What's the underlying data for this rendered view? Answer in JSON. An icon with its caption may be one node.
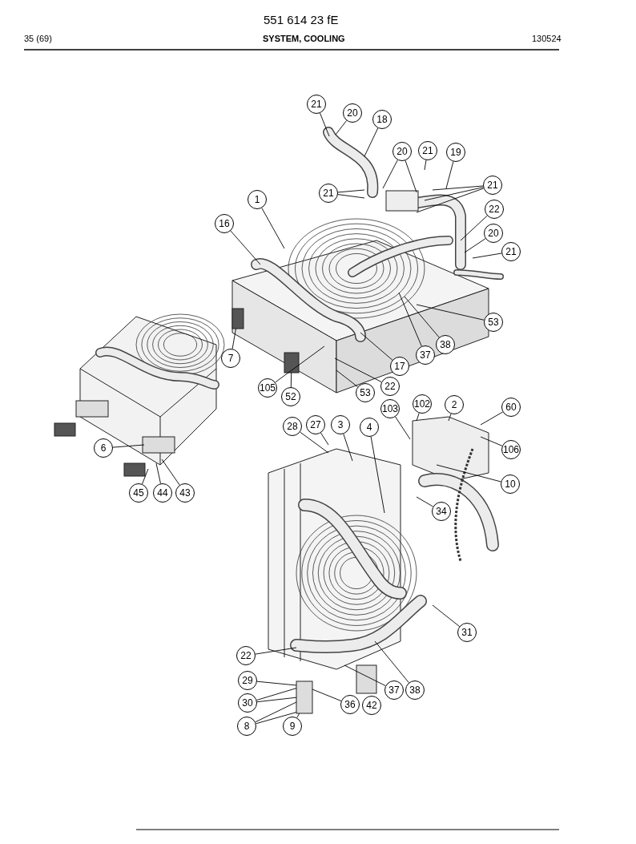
{
  "diagram": {
    "title": "SYSTEM, COOLING",
    "nodes": [
      {
        "text": [
          "21"
        ]
      },
      {
        "text": [
          "20"
        ]
      },
      {
        "text": [
          "18"
        ]
      },
      {
        "text": [
          "20"
        ]
      },
      {
        "text": [
          "21"
        ]
      },
      {
        "text": [
          "19"
        ]
      },
      {
        "text": [
          "21"
        ]
      },
      {
        "text": [
          "21"
        ]
      },
      {
        "text": [
          "1"
        ]
      },
      {
        "text": [
          "22"
        ]
      },
      {
        "text": [
          "16"
        ]
      },
      {
        "text": [
          "20"
        ]
      },
      {
        "text": [
          "21"
        ]
      },
      {
        "text": [
          "53"
        ]
      },
      {
        "text": [
          "38"
        ]
      },
      {
        "text": [
          "37"
        ]
      },
      {
        "text": [
          "7"
        ]
      },
      {
        "text": [
          "17"
        ]
      },
      {
        "text": [
          "105"
        ]
      },
      {
        "text": [
          "22"
        ]
      },
      {
        "text": [
          "53"
        ]
      },
      {
        "text": [
          "52"
        ]
      },
      {
        "text": [
          "102"
        ]
      },
      {
        "text": [
          "2"
        ]
      },
      {
        "text": [
          "60"
        ]
      },
      {
        "text": [
          "103"
        ]
      },
      {
        "text": [
          "28"
        ]
      },
      {
        "text": [
          "27"
        ]
      },
      {
        "text": [
          "3"
        ]
      },
      {
        "text": [
          "4"
        ]
      },
      {
        "text": [
          "6"
        ]
      },
      {
        "text": [
          "106"
        ]
      },
      {
        "text": [
          "10"
        ]
      },
      {
        "text": [
          "45"
        ]
      },
      {
        "text": [
          "44"
        ]
      },
      {
        "text": [
          "43"
        ]
      },
      {
        "text": [
          "34"
        ]
      },
      {
        "text": [
          "31"
        ]
      },
      {
        "text": [
          "22"
        ]
      },
      {
        "text": [
          "29"
        ]
      },
      {
        "text": [
          "37"
        ]
      },
      {
        "text": [
          "38"
        ]
      },
      {
        "text": [
          "30"
        ]
      },
      {
        "text": [
          "36"
        ]
      },
      {
        "text": [
          "42"
        ]
      },
      {
        "text": [
          "8"
        ]
      },
      {
        "text": [
          "9"
        ]
      },
      {
        "text": [],
        "shape": "box"
      },
      {
        "text": [],
        "shape": "box"
      },
      {
        "text": [],
        "shape": "box"
      }
    ],
    "edges": [
      {
        "from": 0,
        "to": null,
        "arrow": "none"
      },
      {
        "from": 1,
        "to": null,
        "arrow": "none"
      },
      {
        "from": 2,
        "to": null,
        "arrow": "none"
      },
      {
        "from": 3,
        "to": null,
        "arrow": "none"
      },
      {
        "from": 3,
        "to": null,
        "arrow": "none"
      },
      {
        "from": 4,
        "to": null,
        "arrow": "none"
      },
      {
        "from": 5,
        "to": null,
        "arrow": "none"
      },
      {
        "from": 6,
        "to": null,
        "arrow": "none"
      },
      {
        "from": 6,
        "to": null,
        "arrow": "none"
      },
      {
        "from": 6,
        "to": null,
        "arrow": "none"
      },
      {
        "from": 7,
        "to": null,
        "arrow": "none"
      },
      {
        "from": 7,
        "to": null,
        "arrow": "none"
      },
      {
        "from": 8,
        "to": null,
        "arrow": "none"
      },
      {
        "from": 9,
        "to": null,
        "arrow": "none"
      },
      {
        "from": 10,
        "to": null,
        "arrow": "none"
      },
      {
        "from": 11,
        "to": null,
        "arrow": "none"
      },
      {
        "from": 12,
        "to": null,
        "arrow": "none"
      },
      {
        "from": 13,
        "to": null,
        "arrow": "none"
      },
      {
        "from": 14,
        "to": null,
        "arrow": "none"
      },
      {
        "from": 15,
        "to": null,
        "arrow": "none"
      },
      {
        "from": 16,
        "to": 47,
        "arrow": "none"
      },
      {
        "from": 17,
        "to": null,
        "arrow": "none"
      },
      {
        "from": 18,
        "to": null,
        "arrow": "none"
      },
      {
        "from": 19,
        "to": null,
        "arrow": "none"
      },
      {
        "from": 20,
        "to": null,
        "arrow": "none"
      },
      {
        "from": 21,
        "to": 48,
        "arrow": "none"
      },
      {
        "from": 22,
        "to": null,
        "arrow": "none"
      },
      {
        "from": 23,
        "to": null,
        "arrow": "none"
      },
      {
        "from": 24,
        "to": null,
        "arrow": "none"
      },
      {
        "from": 25,
        "to": null,
        "arrow": "none"
      },
      {
        "from": 26,
        "to": null,
        "arrow": "none"
      },
      {
        "from": 27,
        "to": null,
        "arrow": "none"
      },
      {
        "from": 28,
        "to": null,
        "arrow": "none"
      },
      {
        "from": 29,
        "to": null,
        "arrow": "none"
      },
      {
        "from": 30,
        "to": null,
        "arrow": "none"
      },
      {
        "from": 31,
        "to": null,
        "arrow": "none"
      },
      {
        "from": 32,
        "to": null,
        "arrow": "none"
      },
      {
        "from": 33,
        "to": null,
        "arrow": "none"
      },
      {
        "from": 34,
        "to": null,
        "arrow": "none"
      },
      {
        "from": 35,
        "to": null,
        "arrow": "none"
      },
      {
        "from": 36,
        "to": null,
        "arrow": "none"
      },
      {
        "from": 37,
        "to": null,
        "arrow": "none"
      },
      {
        "from": 38,
        "to": null,
        "arrow": "none"
      },
      {
        "from": 39,
        "to": 49,
        "arrow": "none"
      },
      {
        "from": 40,
        "to": null,
        "arrow": "none"
      },
      {
        "from": 41,
        "to": null,
        "arrow": "none"
      },
      {
        "from": 42,
        "to": 49,
        "arrow": "none"
      },
      {
        "from": 42,
        "to": 49,
        "arrow": "none"
      },
      {
        "from": 43,
        "to": 49,
        "arrow": "none"
      },
      {
        "from": 45,
        "to": 49,
        "arrow": "none"
      },
      {
        "from": 45,
        "to": 49,
        "arrow": "none"
      },
      {
        "from": 46,
        "to": 49,
        "arrow": "none"
      }
    ],
    "labels": [
      "551 614 23 fE",
      "35 (69)",
      "130524"
    ]
  }
}
